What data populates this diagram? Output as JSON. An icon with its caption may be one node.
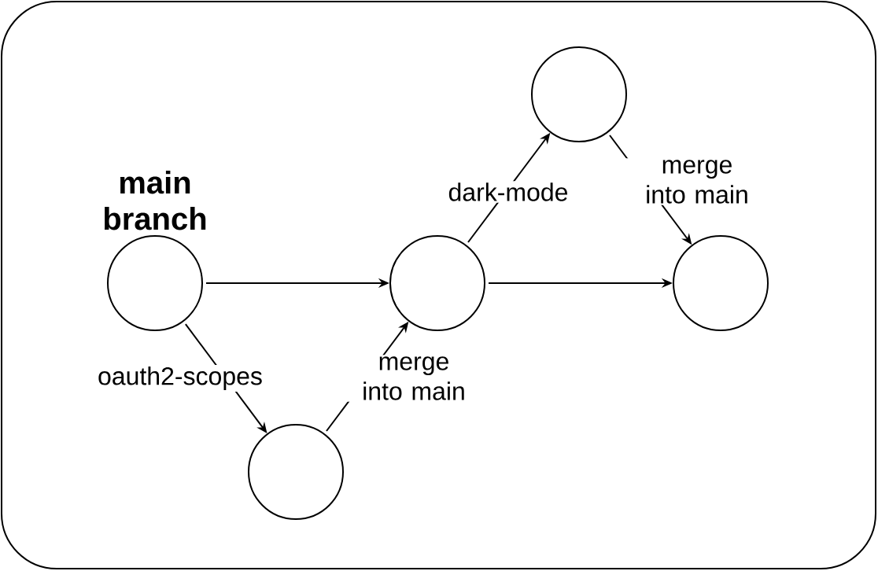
{
  "diagram": {
    "nodes": [
      {
        "text": [
          "main branch"
        ]
      },
      {
        "text": [],
        "shape": "circle"
      },
      {
        "text": [],
        "shape": "circle"
      },
      {
        "text": [],
        "shape": "circle"
      },
      {
        "text": [],
        "shape": "circle"
      }
    ],
    "edges": [
      {
        "from": 0,
        "to": 2,
        "arrow": "to"
      },
      {
        "from": 0,
        "to": 1,
        "arrow": "to",
        "label": "oauth2-scopes"
      },
      {
        "from": 1,
        "to": 2,
        "arrow": "to",
        "label": "merge into main"
      },
      {
        "from": 2,
        "to": 3,
        "arrow": "to",
        "label": "dark-mode"
      },
      {
        "from": 3,
        "to": 4,
        "arrow": "to",
        "label": "merge into main"
      },
      {
        "from": 2,
        "to": 4,
        "arrow": "to"
      }
    ]
  }
}
